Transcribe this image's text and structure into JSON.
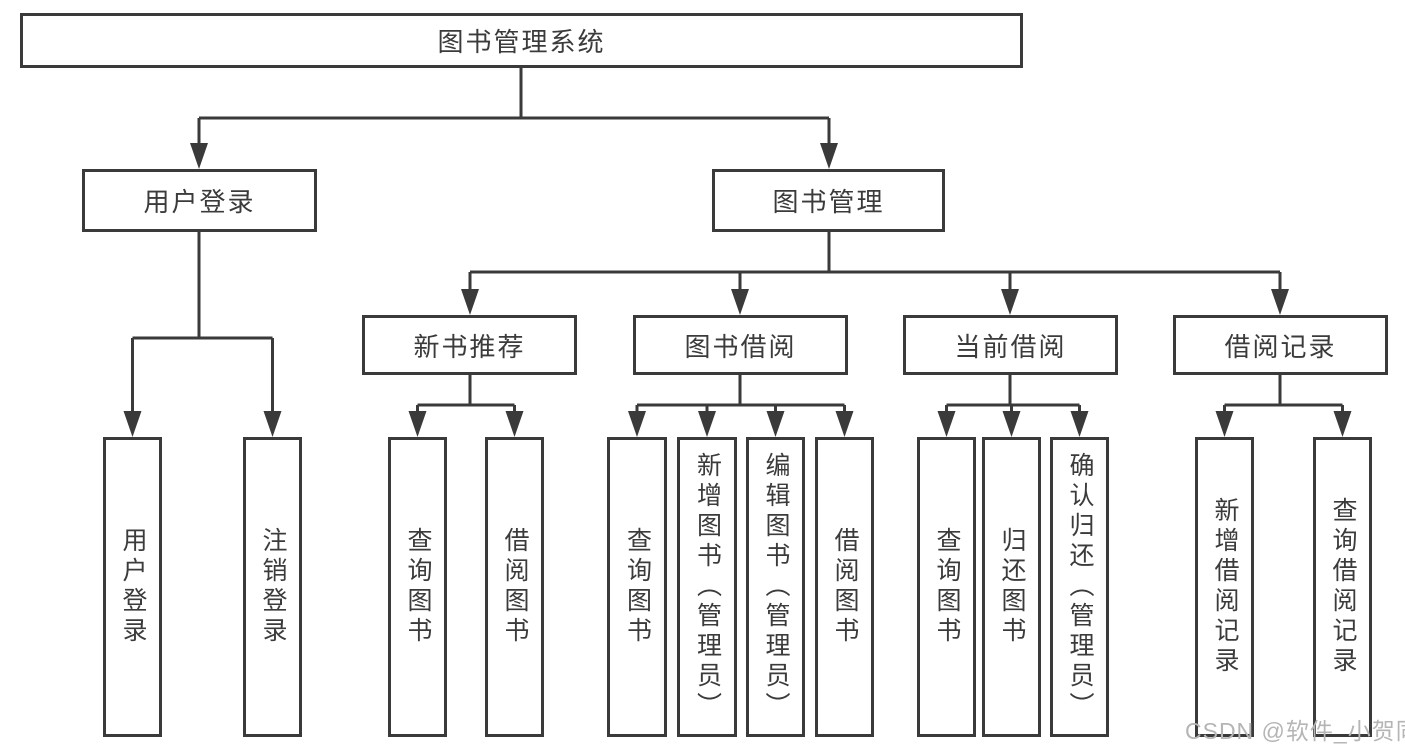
{
  "diagram": {
    "title": "图书管理系统",
    "root": "图书管理系统",
    "level2": [
      "用户登录",
      "图书管理"
    ],
    "level3": [
      "新书推荐",
      "图书借阅",
      "当前借阅",
      "借阅记录"
    ],
    "leaves": [
      "用户登录",
      "注销登录",
      "查询图书",
      "借阅图书",
      "查询图书",
      "新增图书（管理员）",
      "编辑图书（管理员）",
      "借阅图书",
      "查询图书",
      "归还图书",
      "确认归还（管理员）",
      "新增借阅记录",
      "查询借阅记录"
    ]
  },
  "colors": {
    "background": "#ffffff",
    "line": "#3a3a3a",
    "text": "#3b3b3b",
    "watermark": "#b5b5b5"
  },
  "watermark": "CSDN @软件_小贺同学"
}
